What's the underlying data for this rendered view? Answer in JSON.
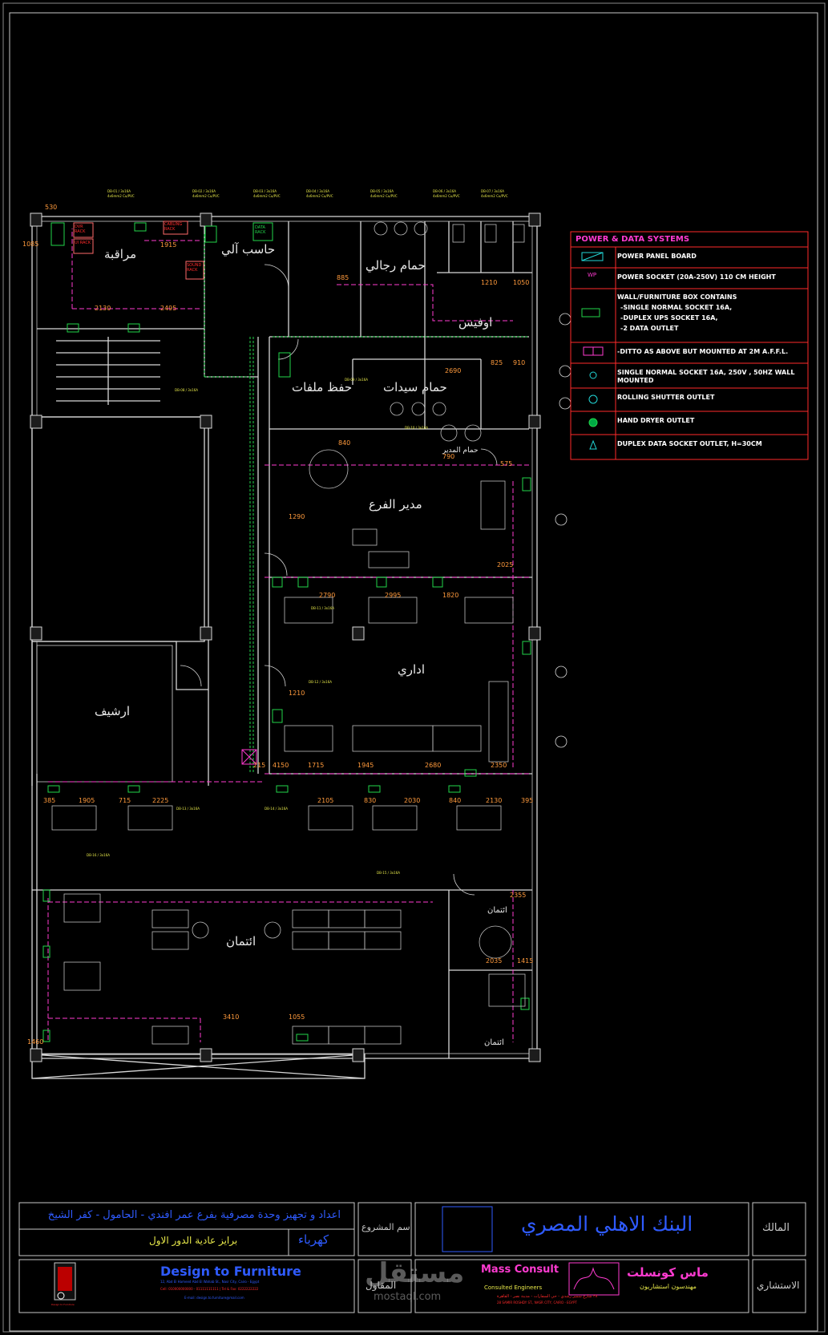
{
  "rooms": {
    "monitoring": "مراقبة",
    "computer": "حاسب آلي",
    "mens_wc": "حمام رجالي",
    "office": "اوفيس",
    "file_storage": "حفظ ملفات",
    "ladies_wc": "حمام سيدات",
    "manager_wc": "حمام المدير",
    "branch_manager": "مدير الفرع",
    "admin": "اداري",
    "archive": "ارشيف",
    "credit": "ائتمان",
    "credit2": "ائتمان",
    "credit3": "ائتمان"
  },
  "racks": {
    "dvr": "DVR RACK",
    "ui": "UI RACK",
    "cabling": "CABLING RACK",
    "sound": "SOUND RACK",
    "data": "DATA RACK"
  },
  "dimensions": [
    "530",
    "1085",
    "1915",
    "2130",
    "2495",
    "885",
    "1210",
    "1050",
    "2690",
    "825",
    "910",
    "840",
    "790",
    "575",
    "1290",
    "2025",
    "2790",
    "2995",
    "1820",
    "1210",
    "4150",
    "1715",
    "1945",
    "2680",
    "2350",
    "1905",
    "715",
    "2225",
    "2105",
    "830",
    "2030",
    "840",
    "2130",
    "395",
    "2035",
    "1415",
    "3410",
    "1055",
    "2355",
    "215",
    "1460",
    "385"
  ],
  "legend": {
    "title": "POWER & DATA SYSTEMS",
    "items": [
      {
        "icon": "power-panel-icon",
        "text": "POWER PANEL BOARD"
      },
      {
        "icon": "wp-socket-icon",
        "text": "POWER SOCKET (20A-250V) 110 CM HEIGHT"
      },
      {
        "icon": "floor-box-icon",
        "text": "WALL/FURNITURE BOX  CONTAINS",
        "sub": [
          "-SINGLE NORMAL SOCKET 16A,",
          "-DUPLEX UPS SOCKET 16A,",
          "-2 DATA OUTLET"
        ]
      },
      {
        "icon": "wall-box-icon",
        "text": "-DITTO AS ABOVE BUT MOUNTED AT 2M A.F.F.L."
      },
      {
        "icon": "single-socket-icon",
        "text": "SINGLE NORMAL SOCKET 16A, 250V , 50HZ WALL MOUNTED"
      },
      {
        "icon": "shutter-outlet-icon",
        "text": "ROLLING SHUTTER OUTLET"
      },
      {
        "icon": "hand-dryer-icon",
        "text": "HAND DRYER OUTLET"
      },
      {
        "icon": "data-socket-icon",
        "text": "DUPLEX DATA SOCKET OUTLET, H=30CM"
      }
    ]
  },
  "title_block": {
    "project_description": "اعداد و تجهيز وحدة مصرفية بفرع عمر افندي - الحامول - كفر الشيخ",
    "project_name_label": "اسم المشروع",
    "owner_name": "البنك الاهلي المصري",
    "owner_label": "المالك",
    "discipline": "كهرباء",
    "drawing_title": "برايز عادية الدور الاول",
    "contractor_label": "المقاول",
    "consultant_label": "الاستشاري",
    "contractor_name": "Design to Furniture",
    "contractor_address": "12, Abd El Hameed Abd El Wahab St., Nasr City, Cairo - Egypt",
    "contractor_contact": "Cell: 010000000000 - 01111111111 | Tel & Fax: 0222222222",
    "contractor_email": "E-mail: design.to.furniture@mail.com",
    "contractor_logo_caption": "Design to Furniture",
    "consultant_en": "Mass Consult",
    "consultant_en_sub": "Consulted Engineers",
    "consultant_ar": "ماس كونسلت",
    "consultant_ar_sub": "مهندسون استشاريون",
    "consultant_address": "٢٨ شارع سمير رشدي - حي السفارات - مدينة نصر - القاهرة",
    "consultant_address_en": "28 SAMIR ROSHDY ST., NASR CITY, CAIRO - EGYPT"
  },
  "watermark": {
    "ar": "مستقل",
    "en": "mostaql.com"
  },
  "colors": {
    "wall": "#d8d8d8",
    "dim": "#ff9a3c",
    "circuit": "#ff3bd1",
    "device": "#22d64a",
    "note": "#e7e84a",
    "frame": "#c9c9c9",
    "title_blue": "#2f5bff",
    "legend_red": "#ff2a2a"
  }
}
